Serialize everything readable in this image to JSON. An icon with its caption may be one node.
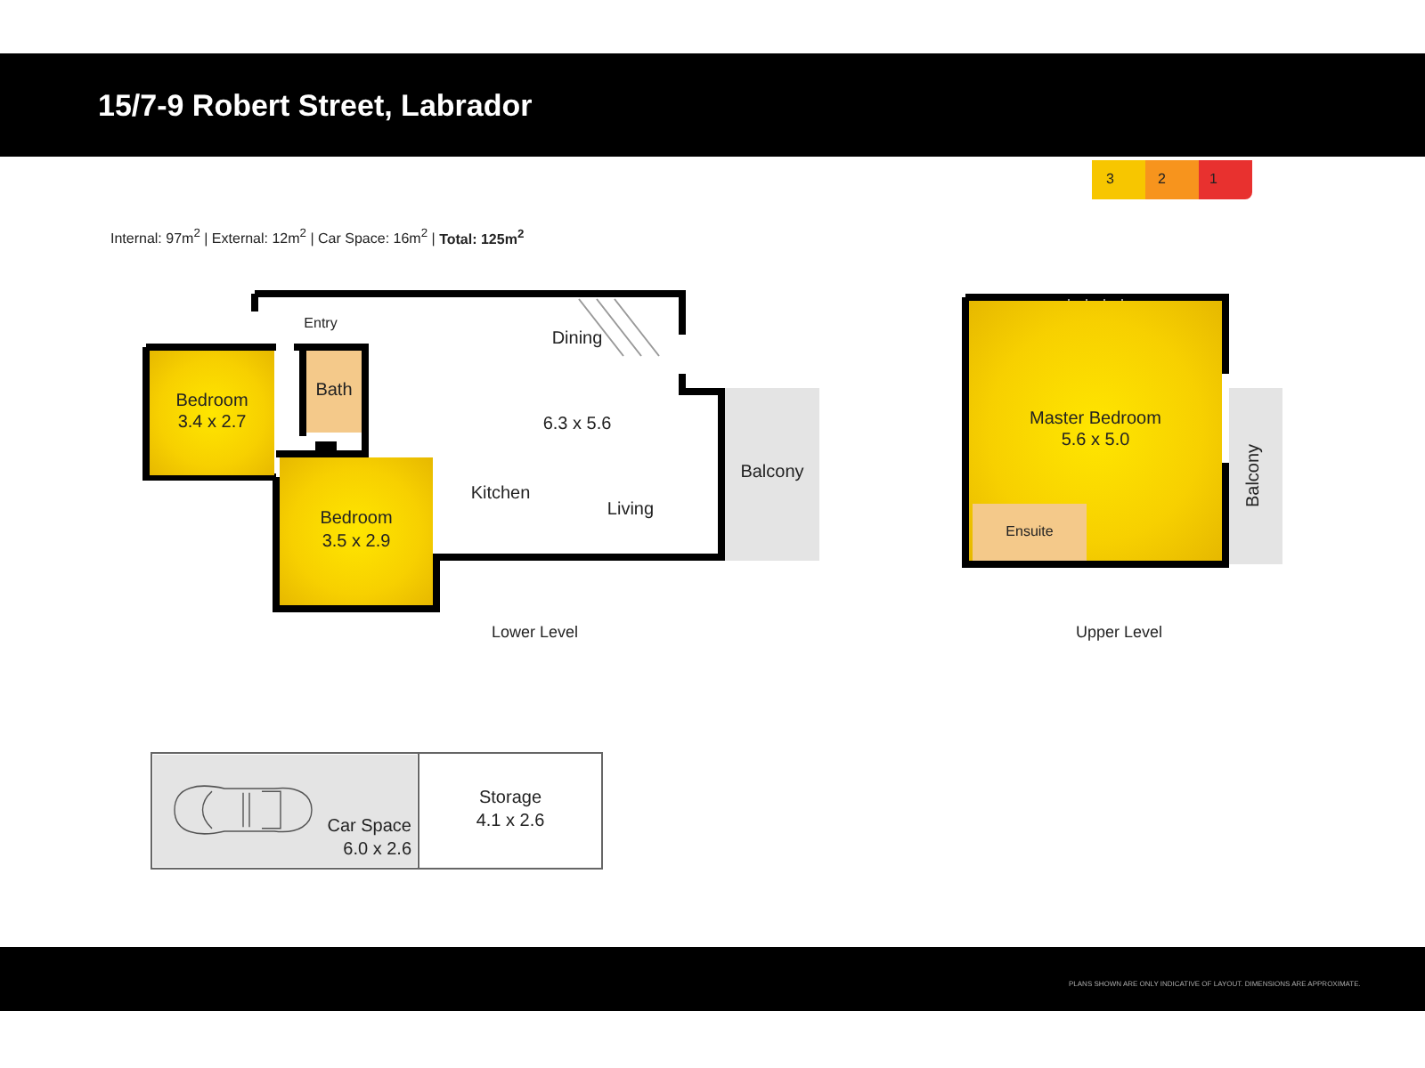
{
  "diagram": {
    "title": "15/7-9 Robert Street, Labrador",
    "nodes": [
      {
        "text": [
          "Entry"
        ]
      },
      {
        "text": [
          "Bedroom",
          "3.4 x 2.7"
        ]
      },
      {
        "text": [
          "Bath"
        ]
      },
      {
        "text": [
          "Bedroom",
          "3.5 x 2.9"
        ]
      },
      {
        "text": [
          "Dining",
          "6.3 x 5.6",
          "Living"
        ]
      },
      {
        "text": [
          "Kitchen"
        ],
        "in": 4
      },
      {
        "text": [
          "Balcony"
        ]
      },
      {
        "text": [
          "Master Bedroom",
          "5.6 x 5.0"
        ]
      },
      {
        "text": [
          "Ensuite"
        ],
        "in": 7
      },
      {
        "text": [
          "Balcony"
        ]
      },
      {
        "text": [
          "Car Space",
          "6.0 x 2.6"
        ]
      },
      {
        "text": [
          "Storage",
          "4.1 x 2.6"
        ]
      }
    ],
    "edges": [],
    "labels": [
      "Internal: 97m$^{2}$ | External: 12m$^{2}$ | Car Space: 16m$^{2}$ | **Total: 125m$^{2}$**",
      "3",
      "2",
      "1",
      "Lower Level",
      "Upper Level",
      "PLANS SHOWN ARE ONLY INDICATIVE OF LAYOUT. DIMENSIONS ARE APPROXIMATE."
    ]
  }
}
